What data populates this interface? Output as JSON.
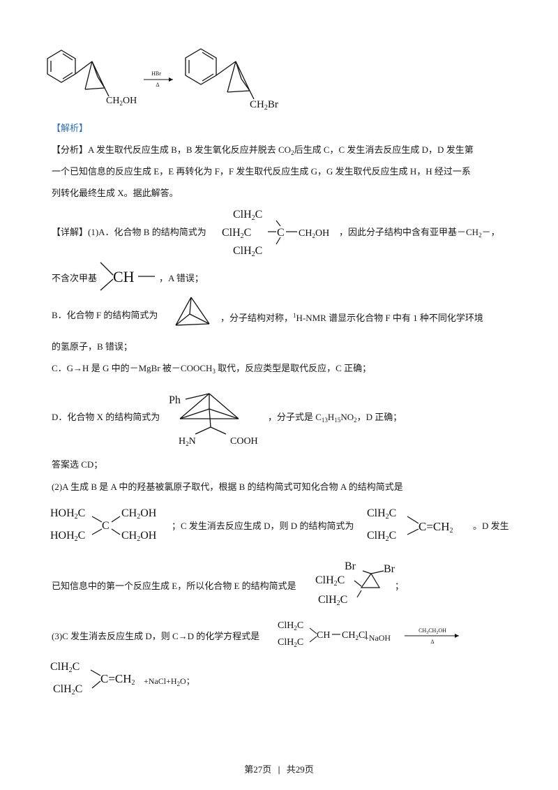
{
  "top_reaction": {
    "reactant_group": "CH",
    "reactant_sub": "2",
    "reactant_tail": "OH",
    "reagent": "HBr",
    "condition": "Δ",
    "product_group": "CH",
    "product_sub": "2",
    "product_tail": "Br"
  },
  "jiexi_label": "【解析】",
  "analysis": {
    "line1_a": "【分析】A 发生取代反应生成 B，B 发生氧化反应并脱去 CO",
    "line1_sub": "2",
    "line1_b": "后生成 C，C 发生消去反应生成 D，D 发生第",
    "line2": "一个已知信息的反应生成 E，E 再转化为 F，F 发生取代反应生成 G，G 发生取代反应生成 H，H 经过一系",
    "line3": "列转化最终生成 X。据此解答。"
  },
  "detail": {
    "a_prefix": "【详解】(1)A．化合物 B 的结构简式为",
    "a_suffix": "，因此分子结构中含有亚甲基－CH",
    "a_sub": "2",
    "a_end": "－，",
    "a_line2_prefix": "不含次甲基",
    "a_line2_suffix": "，A 错误；",
    "b_prefix": "B．化合物 F 的结构简式为",
    "b_suffix_a": "，分子结构对称，",
    "b_sup": "1",
    "b_suffix_b": "H-NMR 谱显示化合物 F 中有 1 种不同化学环境",
    "b_line2": "的氢原子，B 错误；",
    "c_line_a": "C．G→H 是 G 中的－MgBr 被－COOCH",
    "c_sub": "3",
    "c_line_b": " 取代，反应类型是取代反应，C 正确；",
    "d_prefix": "D．化合物 X 的结构简式为",
    "d_suffix_a": "，分子式是 C",
    "d_sub1": "13",
    "d_mid1": "H",
    "d_sub2": "15",
    "d_mid2": "NO",
    "d_sub3": "2",
    "d_suffix_b": "，D 正确；",
    "answer": "答案选 CD；"
  },
  "part2": {
    "line1": "(2)A 生成 B 是 A 中的羟基被氯原子取代，根据 B 的结构简式可知化合物 A 的结构简式是",
    "mid": "；C 发生消去反应生成 D，则 D 的结构简式为",
    "end": "。D 发生",
    "e_prefix": "已知信息中的第一个反应生成 E，所以化合物 E 的结构简式是",
    "e_end": "；"
  },
  "part3": {
    "prefix": "(3)C 发生消去反应生成 D，则 C→D 的化学方程式是",
    "naoh": "+NaOH",
    "cond_top": "CH",
    "cond_top_sub1": "3",
    "cond_top_mid": "CH",
    "cond_top_sub2": "2",
    "cond_top_end": "OH",
    "cond_bottom": "Δ",
    "products": "+NaCl+H",
    "products_sub": "2",
    "products_end": "O；"
  },
  "chem_labels": {
    "clh2c": "ClH",
    "c": "C",
    "ch2oh": "CH",
    "oh": "OH",
    "ch": "CH",
    "hoh2c": "HOH",
    "ph": "Ph",
    "h2n": "H",
    "n": "N",
    "cooh": "COOH",
    "br": "Br",
    "eq_ch2": "=CH",
    "ch2cl": "CH",
    "cl": "Cl",
    "sub2": "2"
  },
  "footer": {
    "page": "第27页",
    "sep": "|",
    "total": "共29页"
  }
}
